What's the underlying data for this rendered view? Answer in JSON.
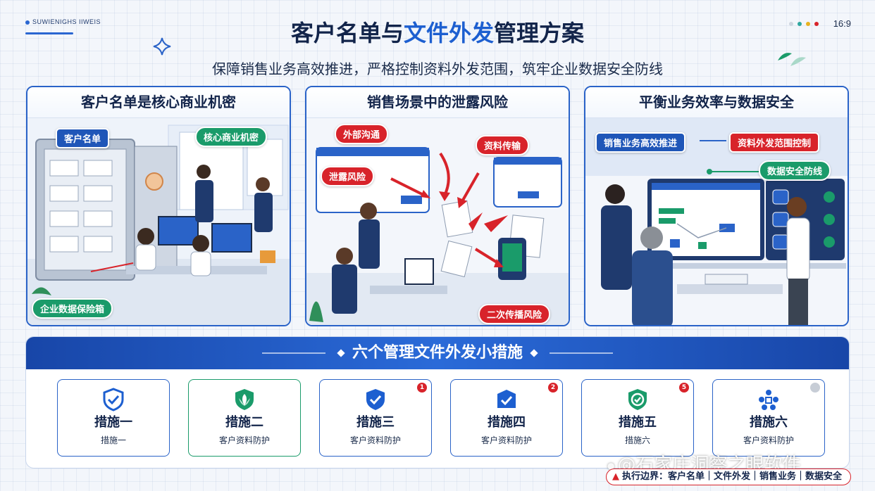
{
  "header": {
    "brand": "SUWIENIGHS IIWEIS",
    "ratio": "16:9",
    "title_part1": "客户名单与",
    "title_highlight": "文件外发",
    "title_part2": "管理方案",
    "subtitle": "保障销售业务高效推进，严格控制资料外发范围，筑牢企业数据安全防线"
  },
  "panels": [
    {
      "title": "客户名单是核心商业机密",
      "tags": {
        "list": "客户名单",
        "secret": "核心商业机密",
        "vault": "企业数据保险箱"
      }
    },
    {
      "title": "销售场景中的泄露风险",
      "tags": {
        "external": "外部沟通",
        "transfer": "资料传输",
        "leak": "泄露风险",
        "secondary": "二次传播风险"
      }
    },
    {
      "title": "平衡业务效率与数据安全",
      "tags": {
        "efficiency": "销售业务高效推进",
        "scope": "资料外发范围控制",
        "defense": "数据安全防线"
      }
    }
  ],
  "measures": {
    "title": "六个管理文件外发小措施",
    "cards": [
      {
        "title": "措施一",
        "sub": "措施一",
        "icon": "shield-icon",
        "badge": ""
      },
      {
        "title": "措施二",
        "sub": "客户资料防护",
        "icon": "leaf-shield-icon",
        "badge": ""
      },
      {
        "title": "措施三",
        "sub": "客户资料防护",
        "icon": "shield-check-icon",
        "badge": "1"
      },
      {
        "title": "措施四",
        "sub": "客户资料防护",
        "icon": "inbox-check-icon",
        "badge": "2"
      },
      {
        "title": "措施五",
        "sub": "措施六",
        "icon": "shield-check-green-icon",
        "badge": "5"
      },
      {
        "title": "措施六",
        "sub": "客户资料防护",
        "icon": "people-network-icon",
        "badge": ""
      }
    ]
  },
  "footer": {
    "watermark": "@石家庄洞察之眼软件",
    "boundary_label": "执行边界：客户名单｜文件外发｜销售业务｜数据安全"
  },
  "colors": {
    "primary": "#1d5fd0",
    "navy": "#12244a",
    "red": "#d8232a",
    "green": "#1a9b6a"
  }
}
